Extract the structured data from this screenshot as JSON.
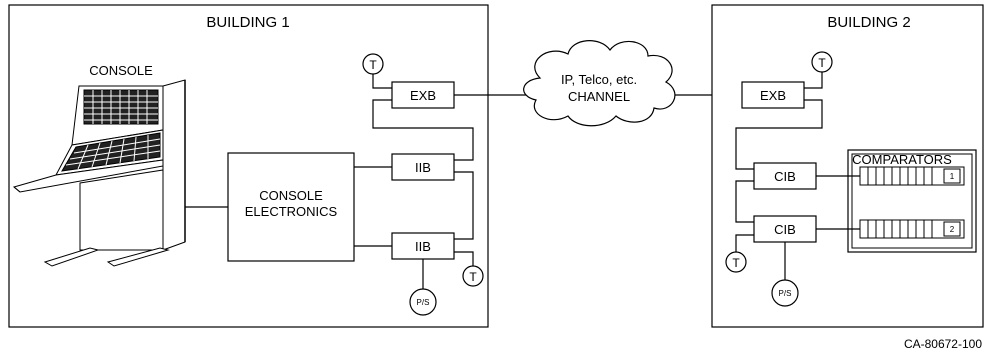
{
  "building1": {
    "title": "BUILDING 1",
    "console_label": "CONSOLE",
    "console_electronics": {
      "line1": "CONSOLE",
      "line2": "ELECTRONICS"
    },
    "exb_label": "EXB",
    "iib_top_label": "IIB",
    "iib_bottom_label": "IIB",
    "terminator_label": "T",
    "power_supply_label": "P/S"
  },
  "channel": {
    "line1": "IP, Telco, etc.",
    "line2": "CHANNEL"
  },
  "building2": {
    "title": "BUILDING 2",
    "exb_label": "EXB",
    "cib_top_label": "CIB",
    "cib_bottom_label": "CIB",
    "comparators_label": "COMPARATORS",
    "comparator_1_number": "1",
    "comparator_2_number": "2",
    "terminator_label": "T",
    "power_supply_label": "P/S"
  },
  "figure_id": "CA-80672-100"
}
